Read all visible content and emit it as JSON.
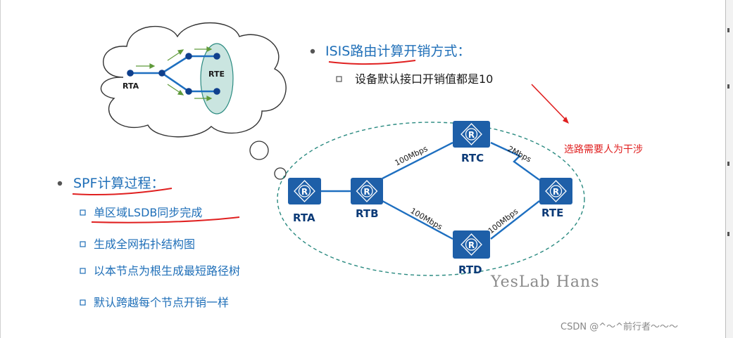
{
  "isis": {
    "heading": "ISIS路由计算开销方式：",
    "items": [
      "设备默认接口开销值都是10"
    ]
  },
  "annotation": "选路需要人为干涉",
  "spf": {
    "heading": "SPF计算过程：",
    "items": [
      "单区域LSDB同步完成",
      "生成全网拓扑结构图",
      "以本节点为根生成最短路径树",
      "默认跨越每个节点开销一样"
    ]
  },
  "cloud": {
    "node_a": "RTA",
    "node_e": "RTE"
  },
  "routers": {
    "rta": "RTA",
    "rtb": "RTB",
    "rtc": "RTC",
    "rtd": "RTD",
    "rte": "RTE"
  },
  "links": {
    "b_c": "100Mbps",
    "c_e": "2Mbps",
    "b_d": "100Mbps",
    "d_e": "100Mbps"
  },
  "watermark": "YesLab Hans",
  "credit": "CSDN @^～^前行者～～～",
  "colors": {
    "router": "#1e5fa8",
    "link": "#1e6fc0",
    "heading": "#1f6fb8",
    "annotation": "#e02020",
    "underline": "#e02020",
    "ellipse": "#2a8a80"
  }
}
